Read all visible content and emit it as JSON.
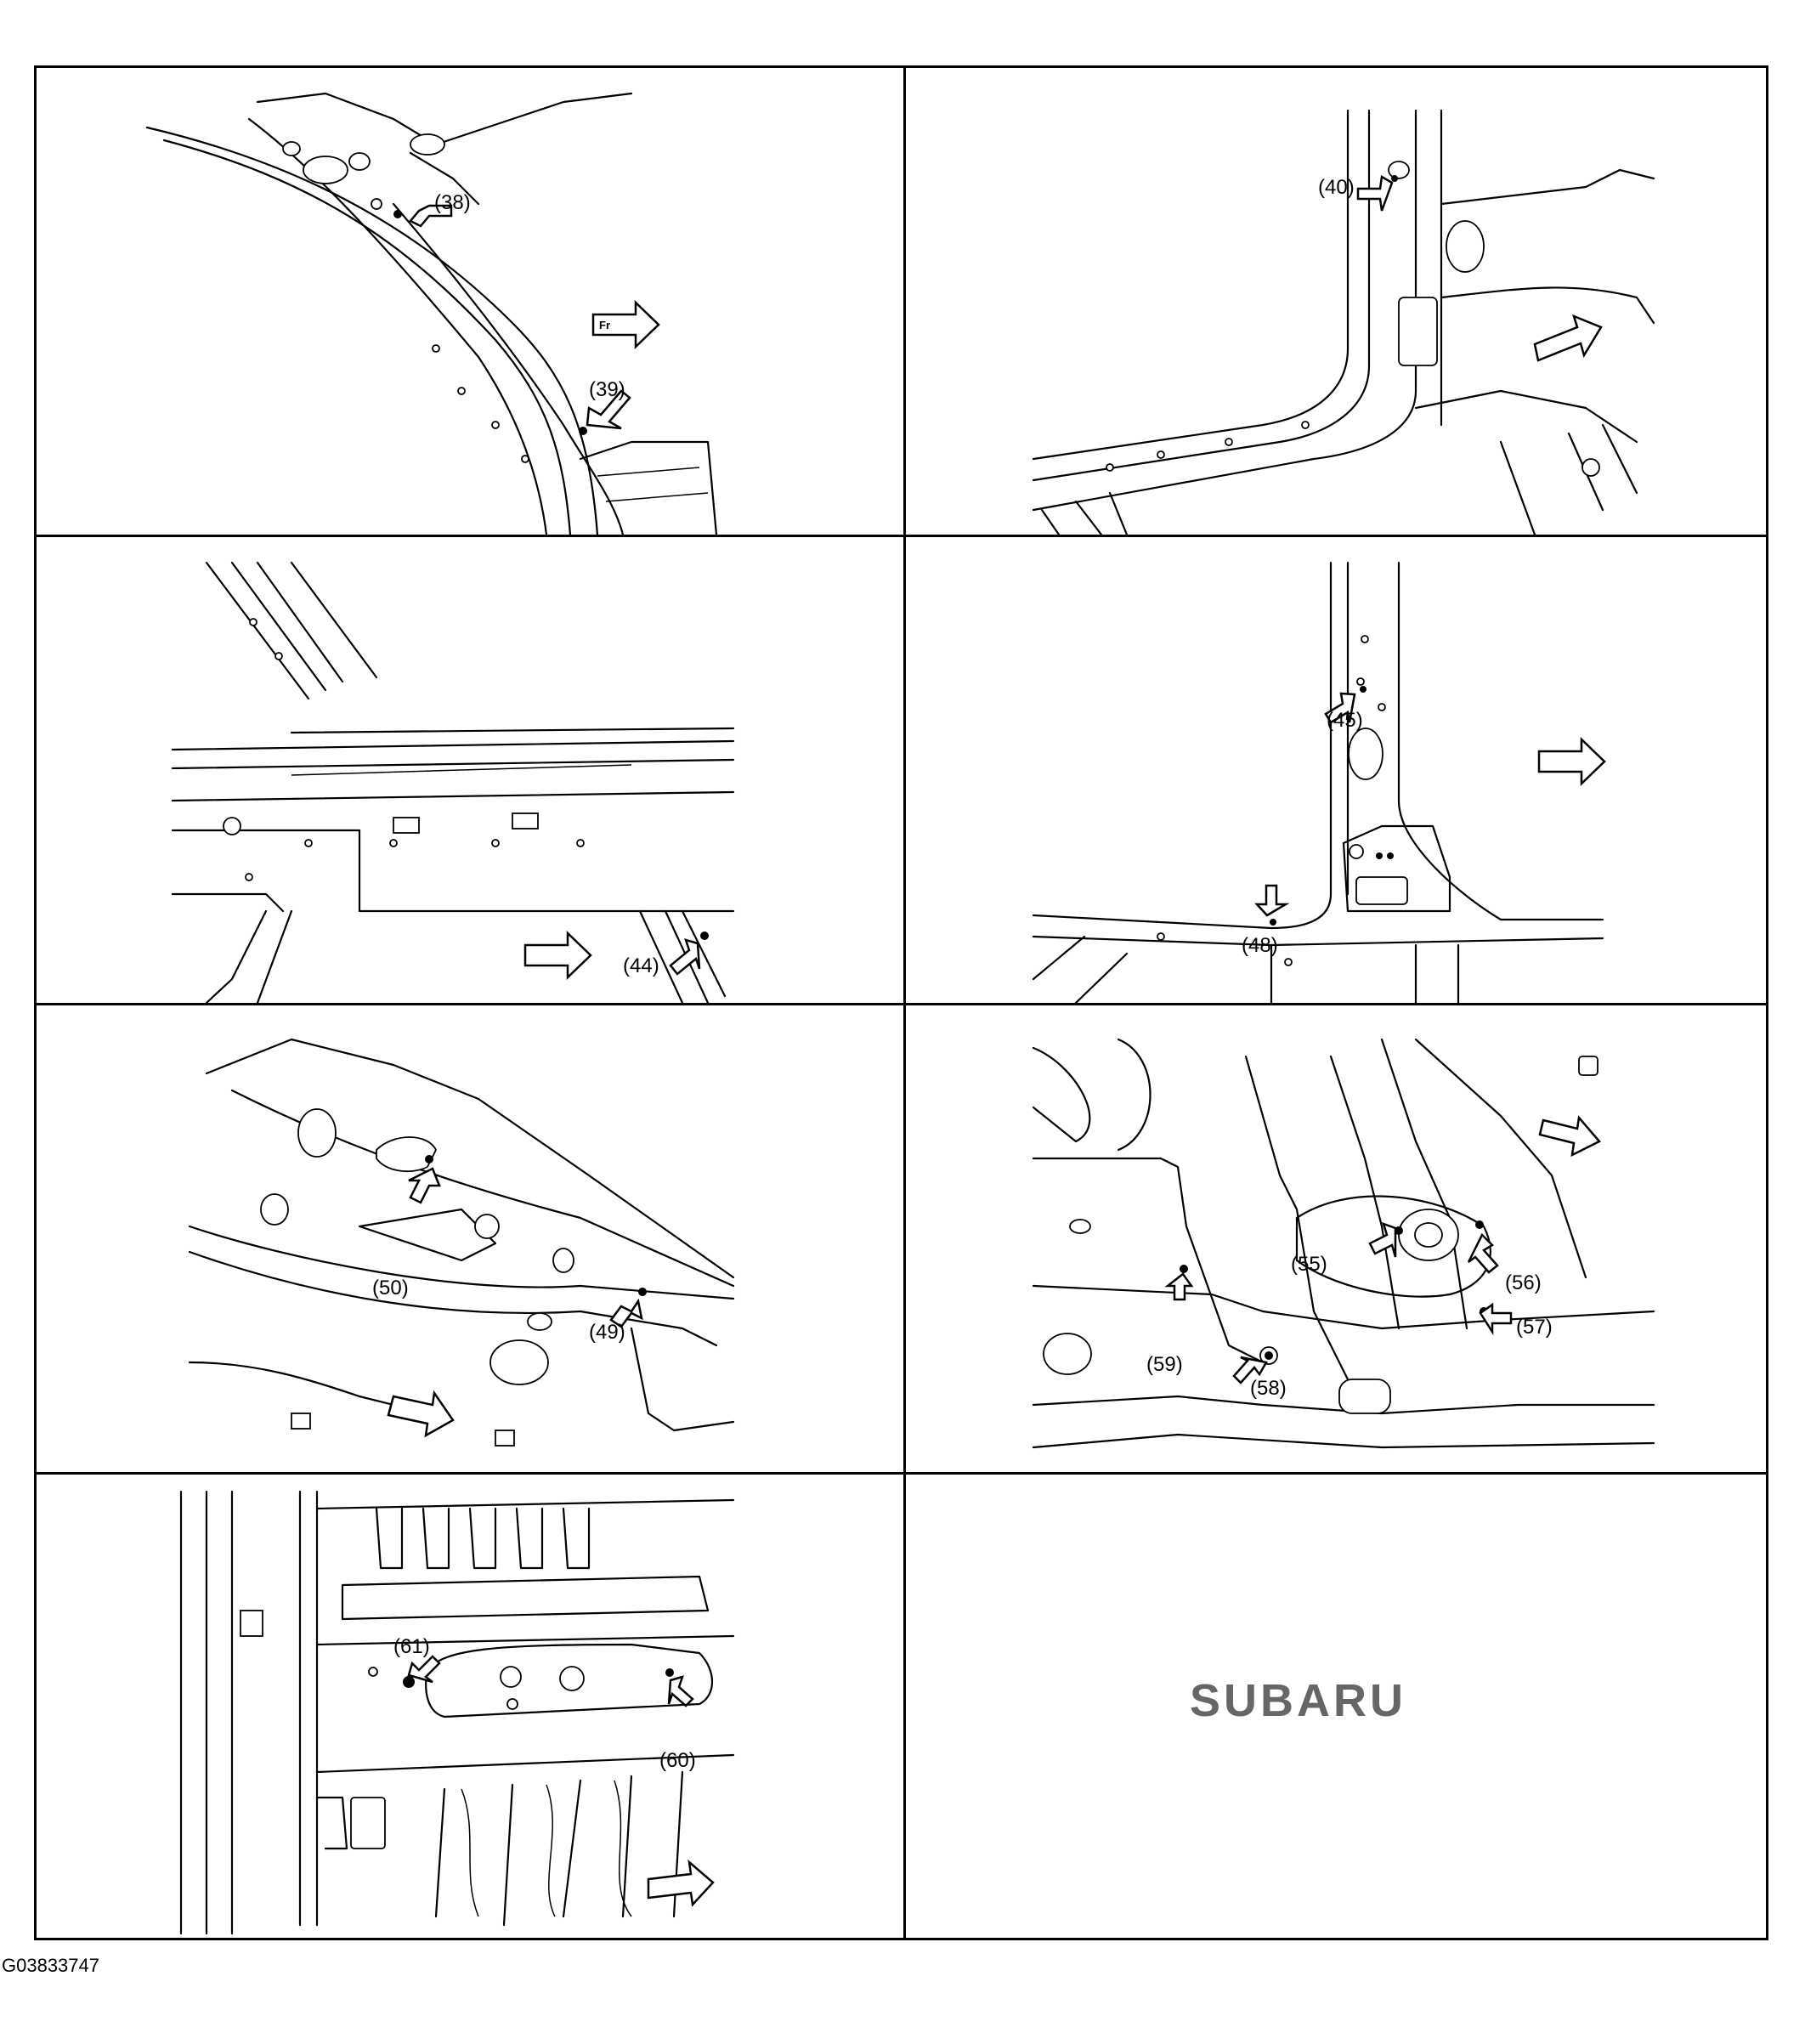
{
  "panels": [
    {
      "callouts": [
        "(38)",
        "(39)"
      ]
    },
    {
      "callouts": [
        "(40)"
      ]
    },
    {
      "callouts": [
        "(44)"
      ]
    },
    {
      "callouts": [
        "(45)",
        "(48)"
      ]
    },
    {
      "callouts": [
        "(50)",
        "(49)"
      ]
    },
    {
      "callouts": [
        "(55)",
        "(56)",
        "(59)",
        "(58)",
        "(57)"
      ]
    },
    {
      "callouts": [
        "(61)",
        "(60)"
      ]
    }
  ],
  "front_marker": "Fr",
  "logo_text": "SUBARU",
  "figure_code": "G03833747"
}
